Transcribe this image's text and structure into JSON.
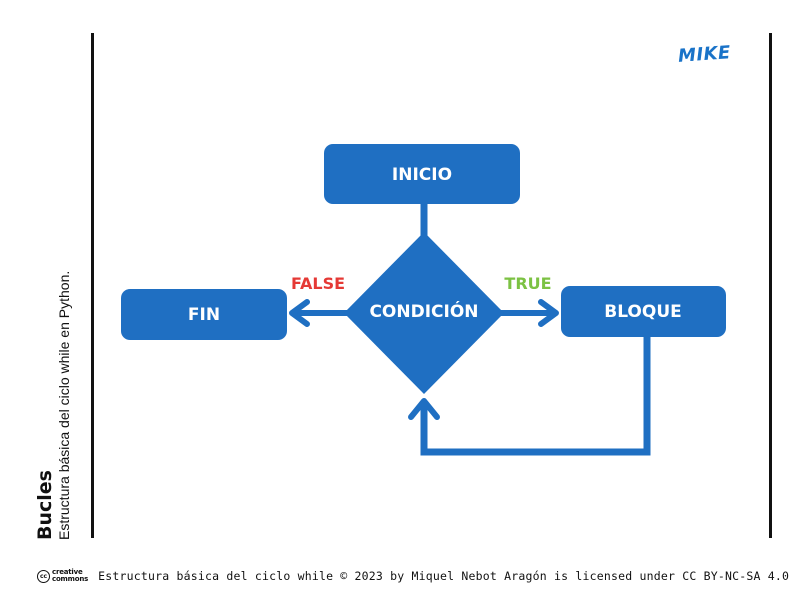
{
  "side": {
    "title": "Bucles",
    "subtitle": "Estructura básica del ciclo while en Python."
  },
  "logo": "MIKE",
  "diagram": {
    "nodes": {
      "start": "INICIO",
      "condition": "CONDICIÓN",
      "end": "FIN",
      "block": "BLOQUE"
    },
    "edges": {
      "false_label": "FALSE",
      "true_label": "TRUE"
    },
    "colors": {
      "node_fill": "#1f6fc2",
      "edge_stroke": "#1f6fc2",
      "false_color": "#e53935",
      "true_color": "#7cc243"
    }
  },
  "footer": {
    "cc_mark": "cc",
    "cc_line1": "creative",
    "cc_line2": "commons",
    "license_text": "Estructura básica del ciclo while © 2023 by Miquel Nebot Aragón is licensed under CC BY-NC-SA 4.0"
  }
}
